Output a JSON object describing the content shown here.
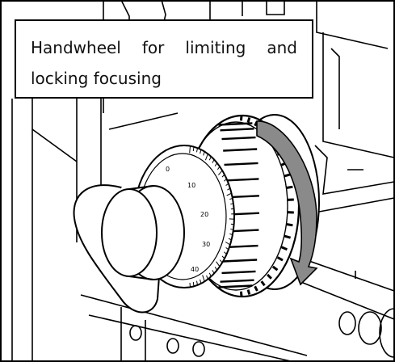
{
  "callout": {
    "text": "Handwheel for limiting and locking focusing"
  },
  "dial": {
    "scale_labels": [
      "0",
      "10",
      "20",
      "30",
      "40"
    ]
  },
  "colors": {
    "line": "#000000",
    "arrow_fill": "#8a8a8a",
    "background": "#ffffff"
  },
  "icons": {
    "rotation": "curved-arrow-icon"
  }
}
